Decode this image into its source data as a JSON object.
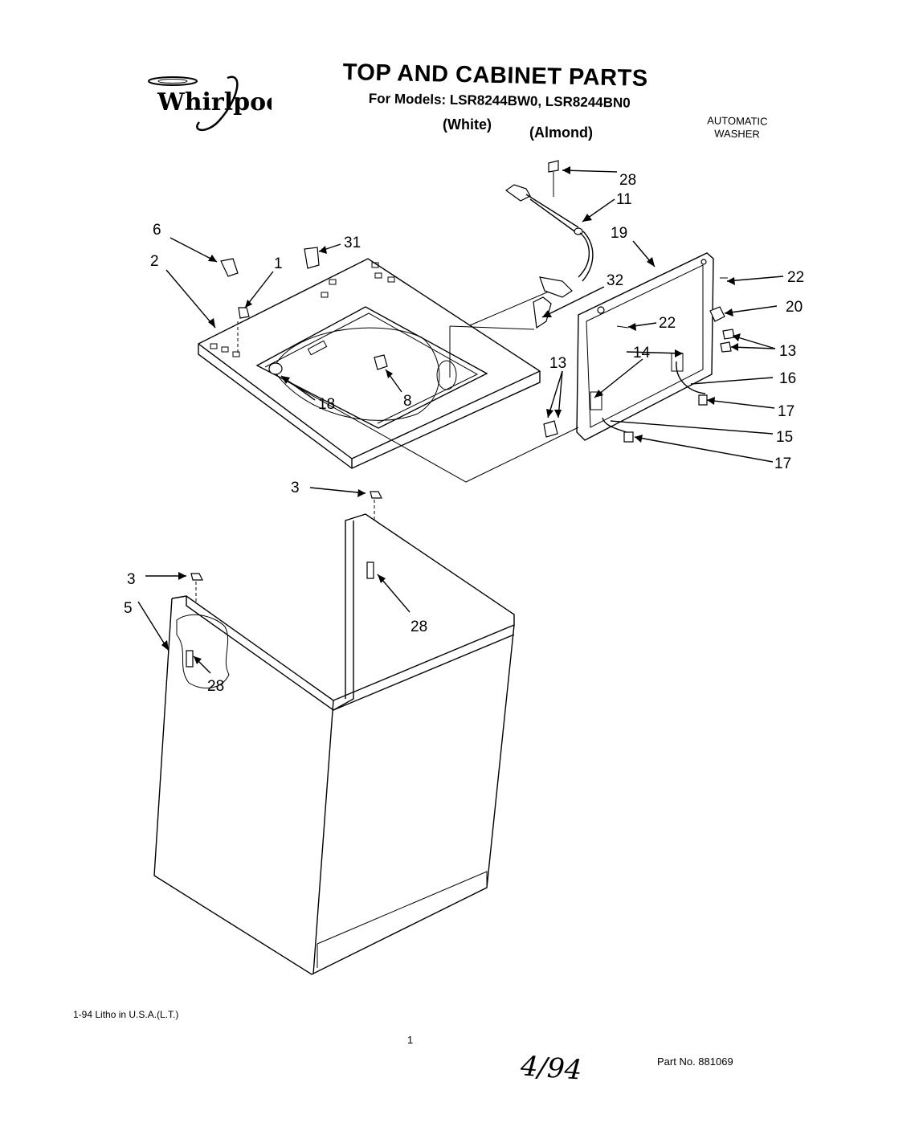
{
  "brand": "Whirlpool",
  "title": "TOP AND CABINET PARTS",
  "models_line": "For Models: LSR8244BW0, LSR8244BN0",
  "color_white": "(White)",
  "color_almond": "(Almond)",
  "product_type": [
    "AUTOMATIC",
    "WASHER"
  ],
  "footer": {
    "litho": "1-94 Litho in U.S.A.(L.T.)",
    "page": "1",
    "handwritten": "4/94",
    "part_no": "Part No. 881069"
  },
  "callouts": {
    "c28a": "28",
    "c11": "11",
    "c19": "19",
    "c22a": "22",
    "c20": "20",
    "c32": "32",
    "c22b": "22",
    "c13a": "13",
    "c14": "14",
    "c13b": "13",
    "c16": "16",
    "c17a": "17",
    "c15": "15",
    "c17b": "17",
    "c6": "6",
    "c31": "31",
    "c2": "2",
    "c1": "1",
    "c18": "18",
    "c8": "8",
    "c3a": "3",
    "c3b": "3",
    "c5": "5",
    "c28b": "28",
    "c28c": "28"
  }
}
